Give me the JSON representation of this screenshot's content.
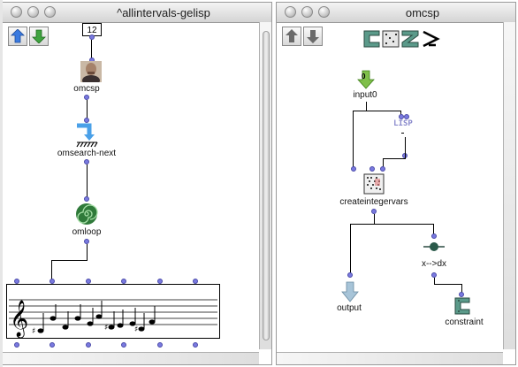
{
  "left_window": {
    "title": "^allintervals-gelisp",
    "number_box_value": "12",
    "boxes": {
      "omcsp": "omcsp",
      "omsearch_next": "omsearch-next",
      "omloop": "omloop"
    }
  },
  "right_window": {
    "title": "omcsp",
    "boxes": {
      "input0": "input0",
      "input0_index": "0",
      "lisp": "LISP",
      "createintegervars": "createintegervars",
      "x_to_dx": "x-->dx",
      "output": "output",
      "constraint": "constraint"
    }
  },
  "colors": {
    "inlet": "#7a7ae0",
    "up_arrow_blue": "#3a7ae0",
    "down_arrow_green": "#3fa33f",
    "omsearch_blue": "#4aa0e8",
    "omloop_green": "#2f7a3a",
    "teal_icon": "#5b9a8a"
  },
  "icons": [
    "red-up-arrow-icon",
    "green-down-arrow-icon",
    "user-photo-icon",
    "corner-arrow-icon",
    "spiral-icon",
    "treble-clef-icon",
    "lisp-icon",
    "matrix-icon",
    "function-node-icon",
    "output-arrow-icon",
    "constraint-c-icon"
  ]
}
